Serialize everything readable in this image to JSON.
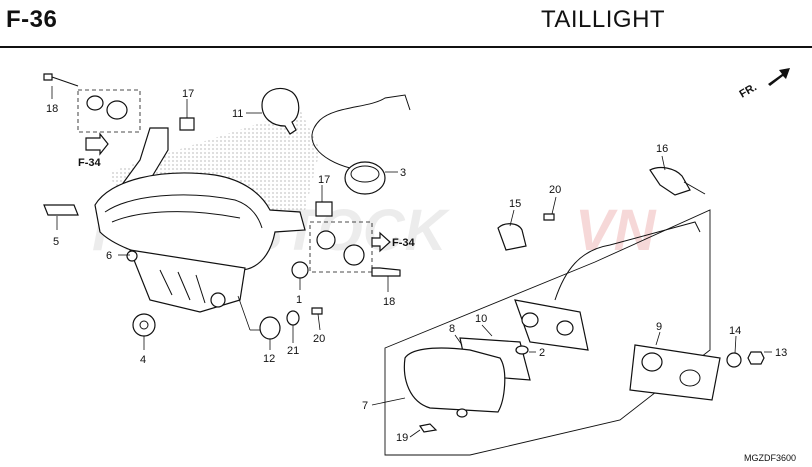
{
  "page": {
    "code": "F-36",
    "title": "TAILLIGHT",
    "diagram_code": "MGZDF3600",
    "watermark": {
      "part1": "PARTSTOCK",
      "part2": "VN"
    },
    "direction_label": "FR.",
    "ref_label": "F-34"
  },
  "callouts": {
    "c1": "1",
    "c2": "2",
    "c3": "3",
    "c4": "4",
    "c5": "5",
    "c6": "6",
    "c7": "7",
    "c8": "8",
    "c9": "9",
    "c10": "10",
    "c11": "11",
    "c12": "12",
    "c13": "13",
    "c14": "14",
    "c15": "15",
    "c16": "16",
    "c17a": "17",
    "c17b": "17",
    "c18a": "18",
    "c18b": "18",
    "c19": "19",
    "c20a": "20",
    "c20b": "20",
    "c21": "21"
  },
  "colors": {
    "ink": "#111111",
    "watermark_gray": "#9a9a9a",
    "watermark_red": "#d22b2b",
    "shade": "#8f8f8f"
  }
}
